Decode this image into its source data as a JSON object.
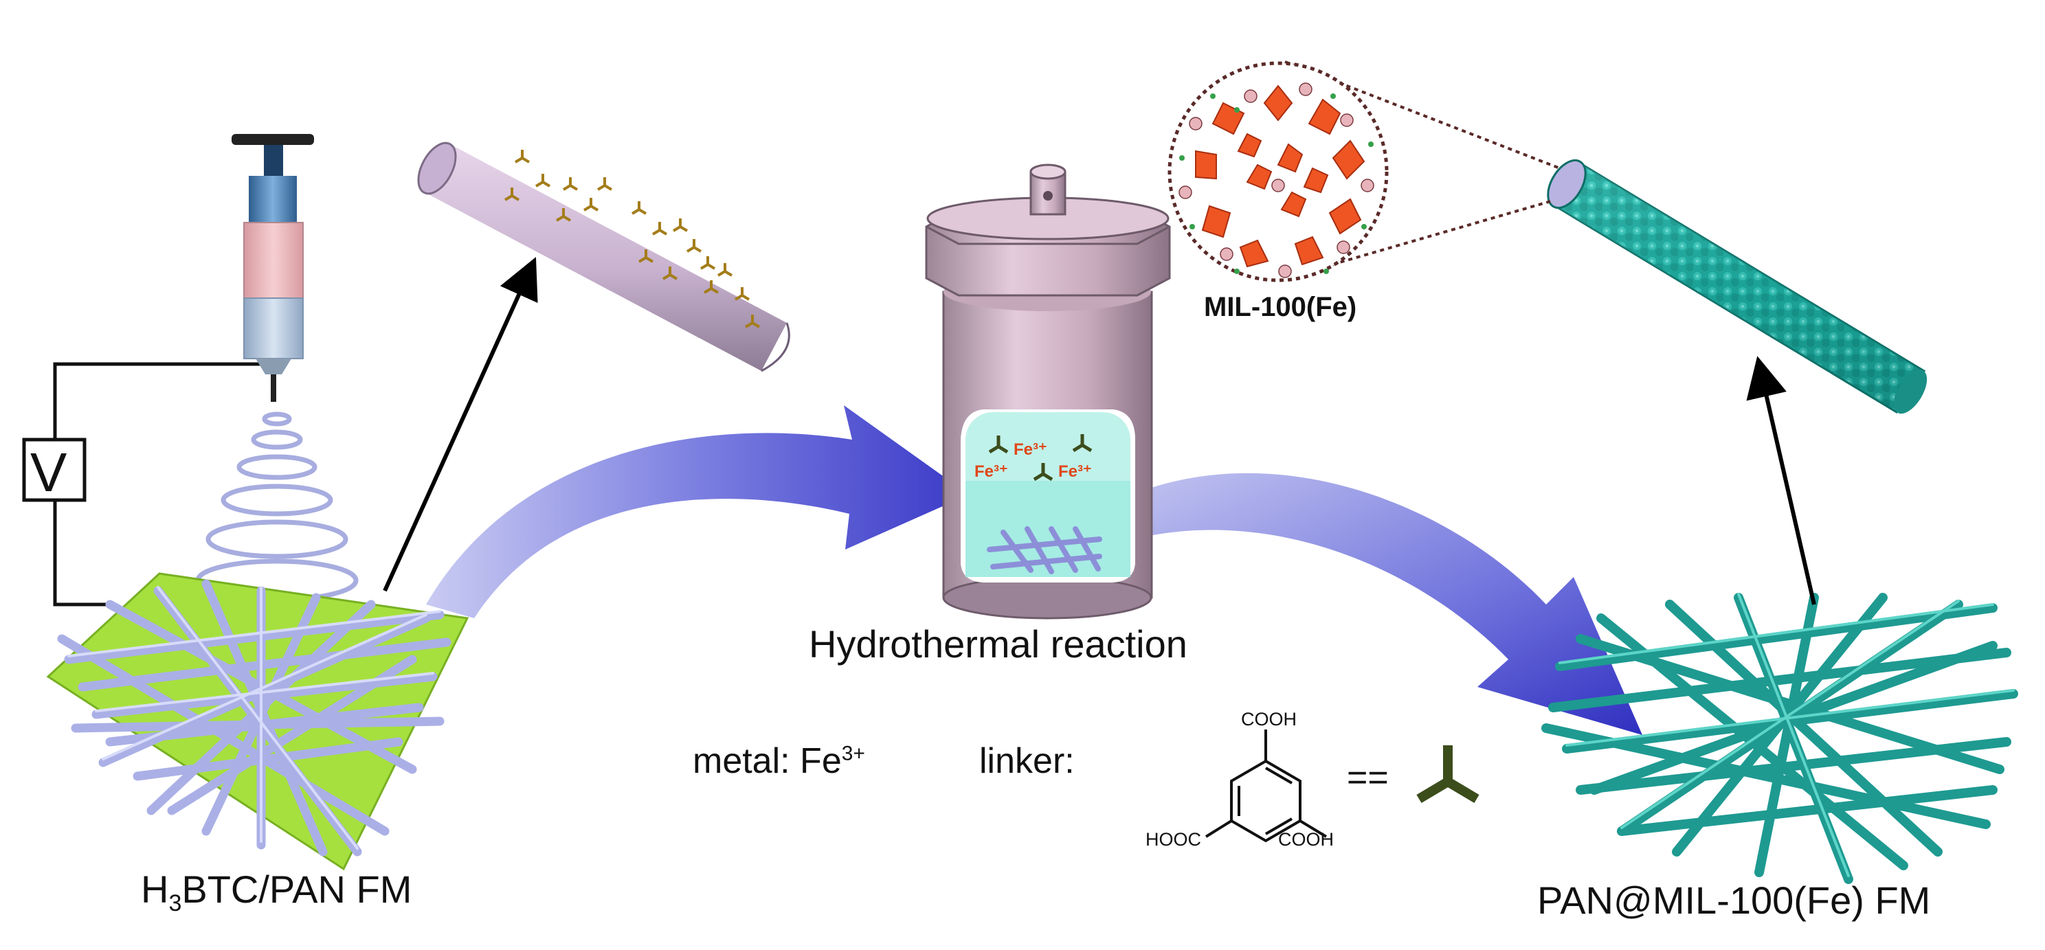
{
  "labels": {
    "voltage": "V",
    "h3btc_pan_fm": "H3BTC/PAN FM",
    "hydrothermal": "Hydrothermal reaction",
    "mil100": "MIL-100(Fe)",
    "pan_mil_fm": "PAN@MIL-100(Fe) FM",
    "metal_prefix": "metal: Fe",
    "metal_charge": "3+",
    "linker": "linker:",
    "equals": "==",
    "cooh_top": "COOH",
    "hooc_left": "HOOC",
    "cooh_right": "COOH",
    "fe3_ion": "Fe³⁺"
  },
  "colors": {
    "fiber_purple": "#aab0e6",
    "fiber_teal": "#1e9a91",
    "substrate_green": "#a6e03e",
    "arrow_blue": "#3d3dcf",
    "reactor_pink": "#d7b8cb",
    "mof_orange": "#ee5522",
    "linker_green": "#3c4d1c"
  }
}
